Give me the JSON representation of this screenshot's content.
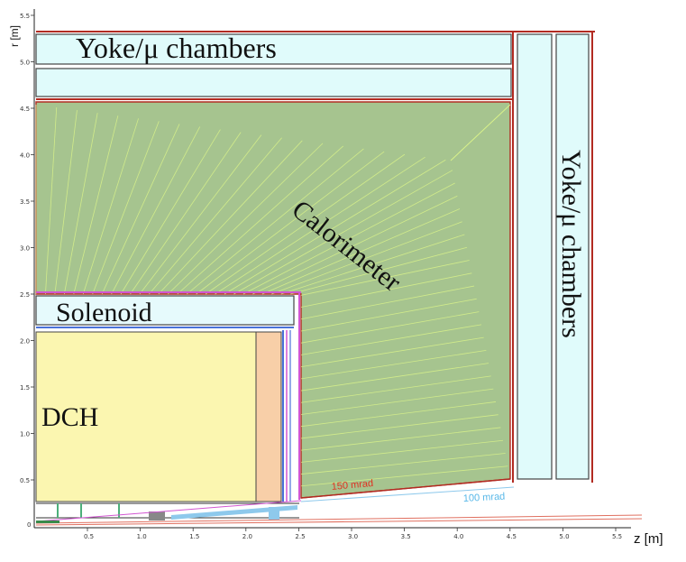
{
  "labels": {
    "yoke_top": "Yoke/μ chambers",
    "yoke_side": "Yoke/μ chambers",
    "calorimeter": "Calorimeter",
    "solenoid": "Solenoid",
    "dch": "DCH"
  },
  "axes": {
    "x_label": "z [m]",
    "y_label": "r [m]",
    "x_ticks": [
      "0.5",
      "1.0",
      "1.5",
      "2.0",
      "2.5",
      "3.0",
      "3.5",
      "4.0",
      "4.5",
      "5.0",
      "5.5"
    ],
    "y_ticks": [
      "0.5",
      "1.0",
      "1.5",
      "2.0",
      "2.5",
      "3.0",
      "3.5",
      "4.0",
      "4.5",
      "5.0",
      "5.5"
    ],
    "x_origin": "0",
    "y_origin": "0"
  },
  "annotations": {
    "mrad_150": "150 mrad",
    "mrad_100": "100 mrad"
  },
  "colors": {
    "yoke_fill": "#e0fbfb",
    "calorimeter_fill": "#a6c48f",
    "calorimeter_lines": "#d9f28a",
    "dch_fill": "#fbf6b0",
    "dch_outer_fill": "#f8cfa8",
    "solenoid_fill": "#e6fafc",
    "outline_red": "#b22b22",
    "magenta": "#d255d2",
    "blue": "#4a72d8",
    "label_150": "#e03020",
    "label_100": "#59b8e8",
    "beam": "#8ec9ec"
  }
}
